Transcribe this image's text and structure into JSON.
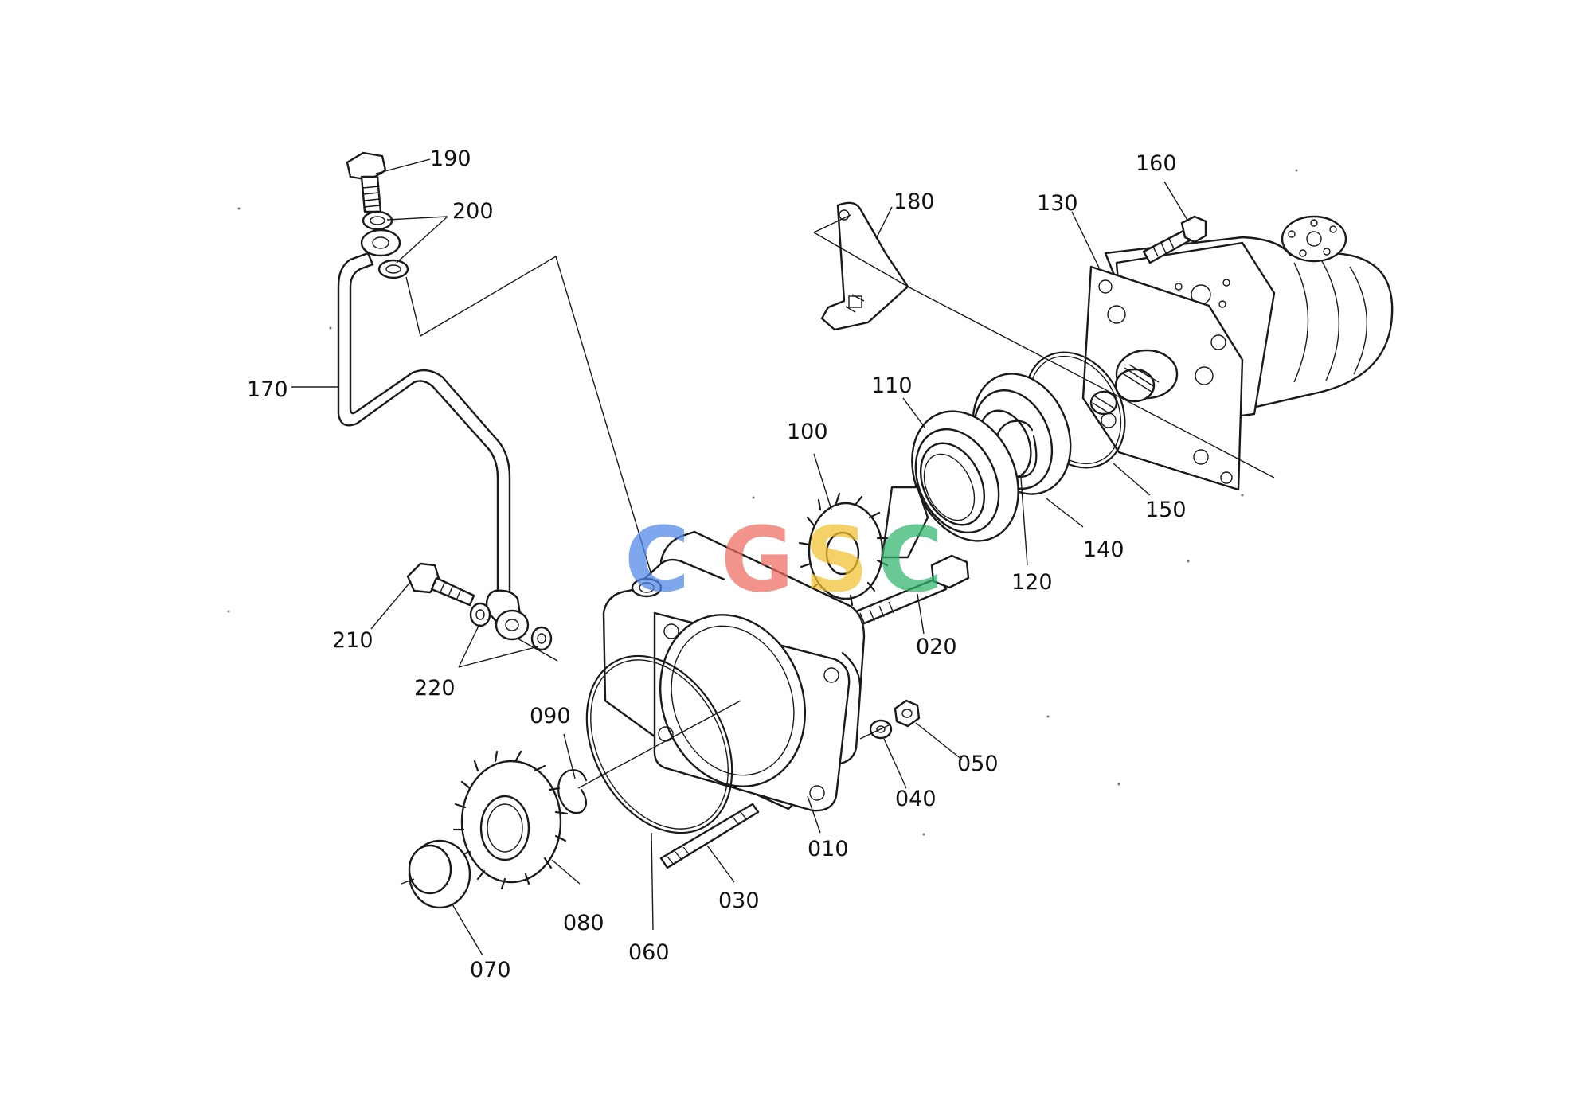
{
  "watermark": {
    "letters": [
      "C",
      "G",
      "S",
      "C"
    ],
    "colors": [
      "#4f86e8",
      "#ef6b61",
      "#f2c12e",
      "#2fb56c"
    ]
  },
  "parts": {
    "p010": "010",
    "p020": "020",
    "p030": "030",
    "p040": "040",
    "p050": "050",
    "p060": "060",
    "p070": "070",
    "p080": "080",
    "p090": "090",
    "p100": "100",
    "p110": "110",
    "p120": "120",
    "p130": "130",
    "p140": "140",
    "p150": "150",
    "p160": "160",
    "p170": "170",
    "p180": "180",
    "p190": "190",
    "p200": "200",
    "p210": "210",
    "p220": "220"
  }
}
